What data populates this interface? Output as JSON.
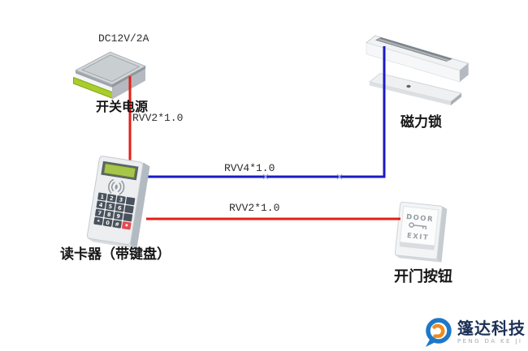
{
  "page": {
    "background": "#ffffff"
  },
  "diagram": {
    "power_supply": {
      "label": "开关电源",
      "spec": "DC12V/2A"
    },
    "card_reader": {
      "label": "读卡器（带键盘）",
      "keypad_keys": [
        "1",
        "2",
        "3",
        "4",
        "5",
        "6",
        "7",
        "8",
        "9",
        "*",
        "0",
        "#"
      ]
    },
    "magnetic_lock": {
      "label": "磁力锁"
    },
    "exit_button": {
      "label": "开门按钮",
      "line1": "DOOR",
      "line2": "EXIT"
    },
    "cables": {
      "power_to_reader": {
        "label": "RVV2*1.0",
        "color": "#e51d15"
      },
      "reader_to_lock": {
        "label": "RVV4*1.0",
        "color": "#1a1ac6"
      },
      "reader_to_button": {
        "label": "RVV2*1.0",
        "color": "#e51d15"
      }
    }
  },
  "logo": {
    "brand": "篷达科技",
    "subtitle": "PENG DA KE JI",
    "blue": "#1e78c8",
    "orange": "#f18a1d"
  }
}
